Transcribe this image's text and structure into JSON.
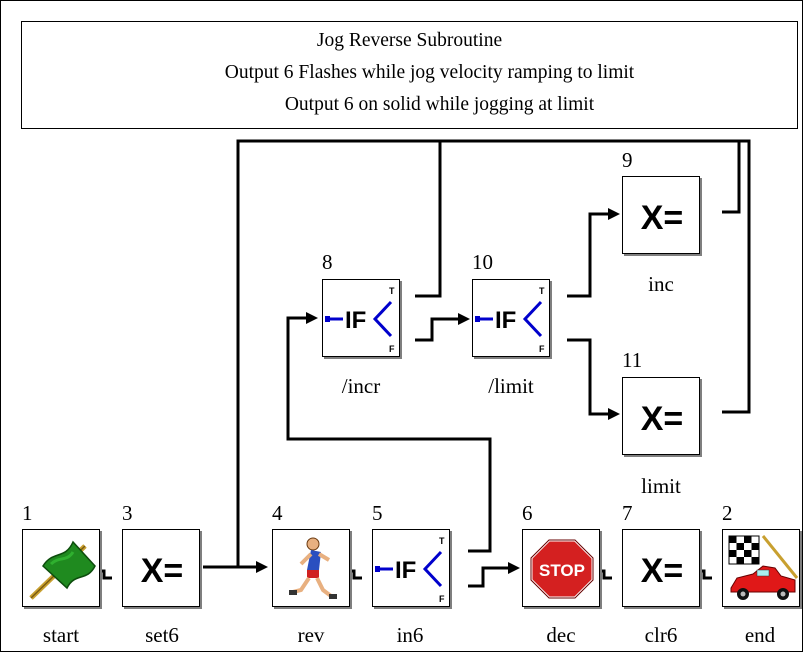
{
  "title": {
    "line1": "Jog Reverse Subroutine",
    "line2": "Output 6 Flashes while jog velocity ramping to limit",
    "line3": "Output 6 on solid while jogging at limit"
  },
  "blocks": [
    {
      "id": "start",
      "number": "1",
      "label": "start",
      "icon": "green-flag-icon"
    },
    {
      "id": "set6",
      "number": "3",
      "label": "set6",
      "icon": "assign-icon"
    },
    {
      "id": "rev",
      "number": "4",
      "label": "rev",
      "icon": "runner-icon"
    },
    {
      "id": "in6",
      "number": "5",
      "label": "in6",
      "icon": "if-branch-icon"
    },
    {
      "id": "dec",
      "number": "6",
      "label": "dec",
      "icon": "stop-sign-icon"
    },
    {
      "id": "clr6",
      "number": "7",
      "label": "clr6",
      "icon": "assign-icon"
    },
    {
      "id": "end",
      "number": "2",
      "label": "end",
      "icon": "checkered-flag-car-icon"
    },
    {
      "id": "incr",
      "number": "8",
      "label": "/incr",
      "icon": "if-branch-icon"
    },
    {
      "id": "limitif",
      "number": "10",
      "label": "/limit",
      "icon": "if-branch-icon"
    },
    {
      "id": "inc",
      "number": "9",
      "label": "inc",
      "icon": "assign-icon"
    },
    {
      "id": "limit",
      "number": "11",
      "label": "limit",
      "icon": "assign-icon"
    }
  ],
  "glyphs": {
    "assign_text": "X=",
    "if_text": "IF",
    "true_mark": "T",
    "false_mark": "F",
    "stop_text": "STOP"
  },
  "colors": {
    "wire": "#000000",
    "if_line": "#0000cc",
    "flag_green": "#1f8a1f",
    "stop_red": "#d42020",
    "runner_blue": "#2a4fc0",
    "runner_red": "#d02020",
    "car_red": "#e01818"
  }
}
